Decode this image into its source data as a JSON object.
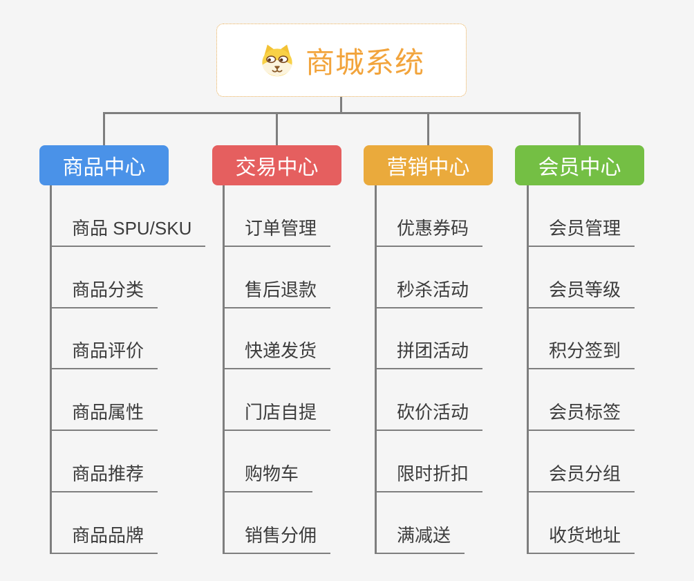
{
  "root": {
    "title": "商城系统",
    "icon": "shiba-dog-icon"
  },
  "colors": {
    "background": "#f5f5f5",
    "connector_line": "#7e7e7e",
    "root_title": "#f2a43c",
    "root_border": "#e8ab50",
    "leaf_text": "#3c3c3c",
    "branch_product": "#4a92e8",
    "branch_trade": "#e55f5f",
    "branch_marketing": "#eaaa3c",
    "branch_member": "#74bf44"
  },
  "branches": [
    {
      "label": "商品中心",
      "color": "#4a92e8",
      "children": [
        "商品 SPU/SKU",
        "商品分类",
        "商品评价",
        "商品属性",
        "商品推荐",
        "商品品牌"
      ]
    },
    {
      "label": "交易中心",
      "color": "#e55f5f",
      "children": [
        "订单管理",
        "售后退款",
        "快递发货",
        "门店自提",
        "购物车",
        "销售分佣"
      ]
    },
    {
      "label": "营销中心",
      "color": "#eaaa3c",
      "children": [
        "优惠券码",
        "秒杀活动",
        "拼团活动",
        "砍价活动",
        "限时折扣",
        "满减送"
      ]
    },
    {
      "label": "会员中心",
      "color": "#74bf44",
      "children": [
        "会员管理",
        "会员等级",
        "积分签到",
        "会员标签",
        "会员分组",
        "收货地址"
      ]
    }
  ]
}
